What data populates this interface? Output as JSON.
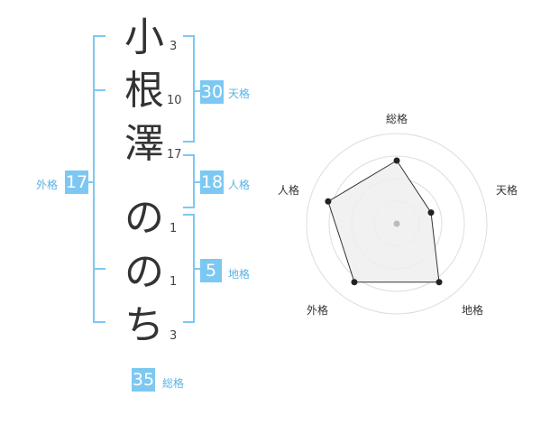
{
  "name_chars": [
    "小",
    "根",
    "澤",
    "の",
    "の",
    "ち"
  ],
  "strokes": [
    "3",
    "10",
    "17",
    "1",
    "1",
    "3"
  ],
  "fortunes": {
    "tenkaku": {
      "label": "天格",
      "value": "30"
    },
    "jinkaku": {
      "label": "人格",
      "value": "18"
    },
    "chikaku": {
      "label": "地格",
      "value": "5"
    },
    "gaikaku": {
      "label": "外格",
      "value": "17"
    },
    "soukaku": {
      "label": "総格",
      "value": "35"
    }
  },
  "radar": {
    "axes": [
      "総格",
      "天格",
      "地格",
      "外格",
      "人格"
    ],
    "values": [
      0.7,
      0.4,
      0.8,
      0.8,
      0.8
    ],
    "colors": {
      "fill": "#efefef",
      "line": "#333333",
      "grid": "#dddddd"
    }
  },
  "colors": {
    "accent": "#7cc8f2",
    "label": "#58b3e6"
  }
}
